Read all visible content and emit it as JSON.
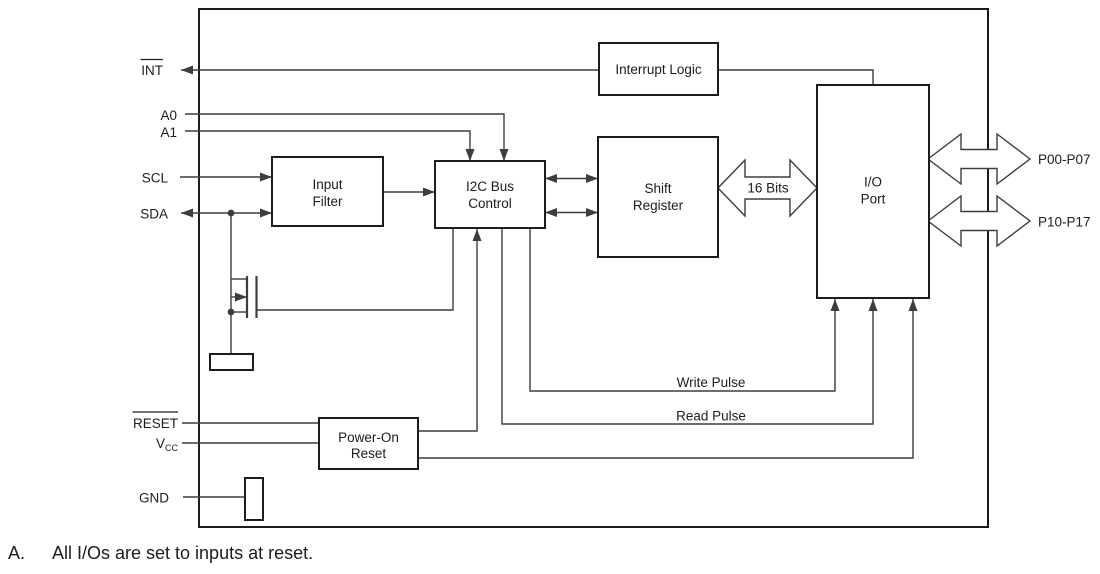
{
  "diagram": {
    "blocks": {
      "interrupt_logic": {
        "label": "Interrupt Logic"
      },
      "input_filter": {
        "line1": "Input",
        "line2": "Filter"
      },
      "i2c_bus_control": {
        "line1": "I2C Bus",
        "line2": "Control"
      },
      "shift_register": {
        "line1": "Shift",
        "line2": "Register"
      },
      "io_port": {
        "line1": "I/O",
        "line2": "Port"
      },
      "power_on_reset": {
        "line1": "Power-On",
        "line2": "Reset"
      }
    },
    "pins": {
      "int": {
        "label": "INT"
      },
      "a0": {
        "label": "A0"
      },
      "a1": {
        "label": "A1"
      },
      "scl": {
        "label": "SCL"
      },
      "sda": {
        "label": "SDA"
      },
      "reset": {
        "label": "RESET"
      },
      "vcc": {
        "base": "V",
        "sub": "CC"
      },
      "gnd": {
        "label": "GND"
      },
      "p00_p07": {
        "label": "P00-P07"
      },
      "p10_p17": {
        "label": "P10-P17"
      }
    },
    "bus_labels": {
      "bits16": "16 Bits",
      "write_pulse": "Write Pulse",
      "read_pulse": "Read Pulse"
    },
    "footnote": {
      "marker": "A.",
      "text": "All I/Os are set to inputs at reset."
    },
    "colors": {
      "wire": "#3d3d3d",
      "box_border": "#1c1c1c",
      "text": "#1c1c1c",
      "background": "#ffffff"
    }
  }
}
